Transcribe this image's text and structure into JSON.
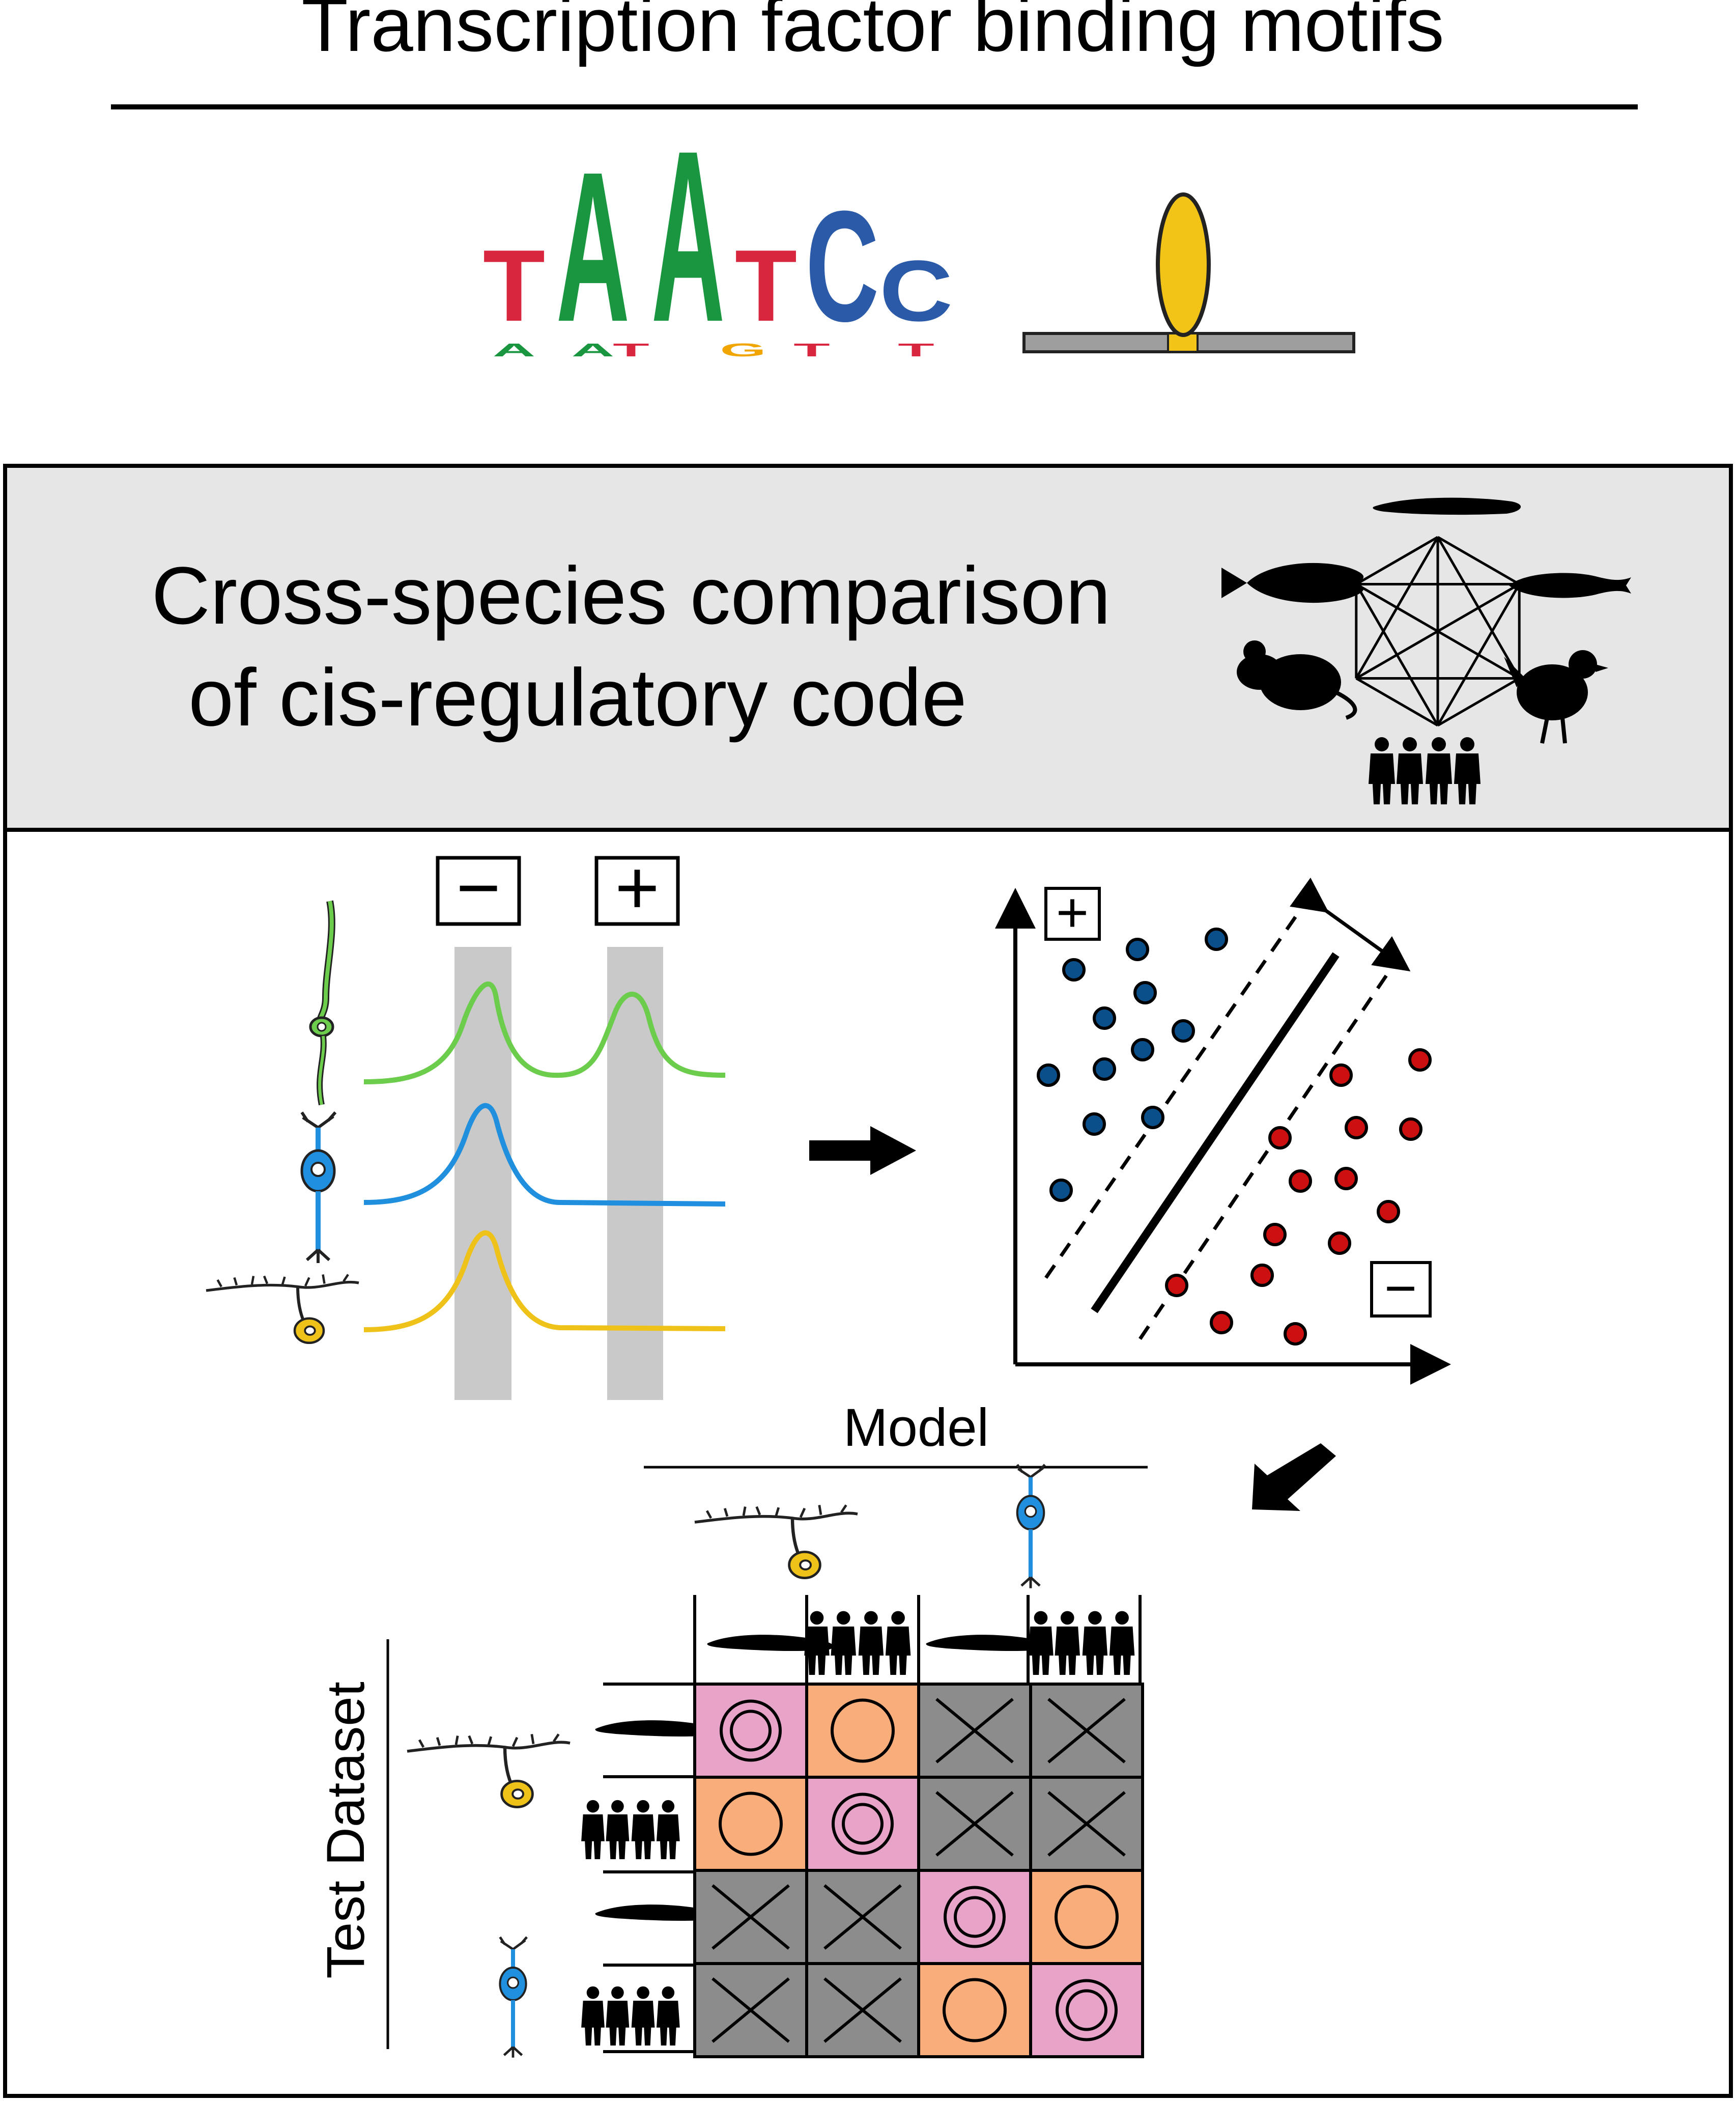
{
  "title": "Transcription factor binding motifs",
  "motif_logo": {
    "letters": [
      "T",
      "A",
      "A",
      "T",
      "C",
      "C"
    ],
    "colors": {
      "A": "#1a9641",
      "C": "#2b5aa8",
      "G": "#f0a500",
      "T": "#d7263d"
    }
  },
  "tf_colors": {
    "tf": "#f2c418",
    "dna": "#9e9e9e"
  },
  "panel": {
    "title_line1": "Cross-species comparison",
    "title_line2": "of cis-regulatory code",
    "background": "#e6e6e6",
    "species_icons": [
      "lamprey-icon",
      "zebrafish-icon",
      "medaka-icon",
      "mouse-icon",
      "chicken-icon",
      "human-icon"
    ]
  },
  "signals": {
    "minus_label": "−",
    "plus_label": "+",
    "track_colors": [
      "#6ccd4c",
      "#1f8fde",
      "#efc219"
    ],
    "cell_icons": [
      "green-neuron-icon",
      "blue-neuron-icon",
      "yellow-neuron-icon"
    ]
  },
  "svm": {
    "plus_label": "+",
    "minus_label": "−",
    "positive_color": "#0b4f8a",
    "negative_color": "#cc1010"
  },
  "matrix": {
    "model_label": "Model",
    "test_label": "Test Dataset",
    "cells": [
      [
        "double-circle",
        "circle",
        "cross",
        "cross"
      ],
      [
        "circle",
        "double-circle",
        "cross",
        "cross"
      ],
      [
        "cross",
        "cross",
        "double-circle",
        "circle"
      ],
      [
        "cross",
        "cross",
        "circle",
        "double-circle"
      ]
    ],
    "colors": {
      "double-circle": "#e8a3c9",
      "circle": "#f9ad7a",
      "cross": "#8c8c8c"
    }
  }
}
